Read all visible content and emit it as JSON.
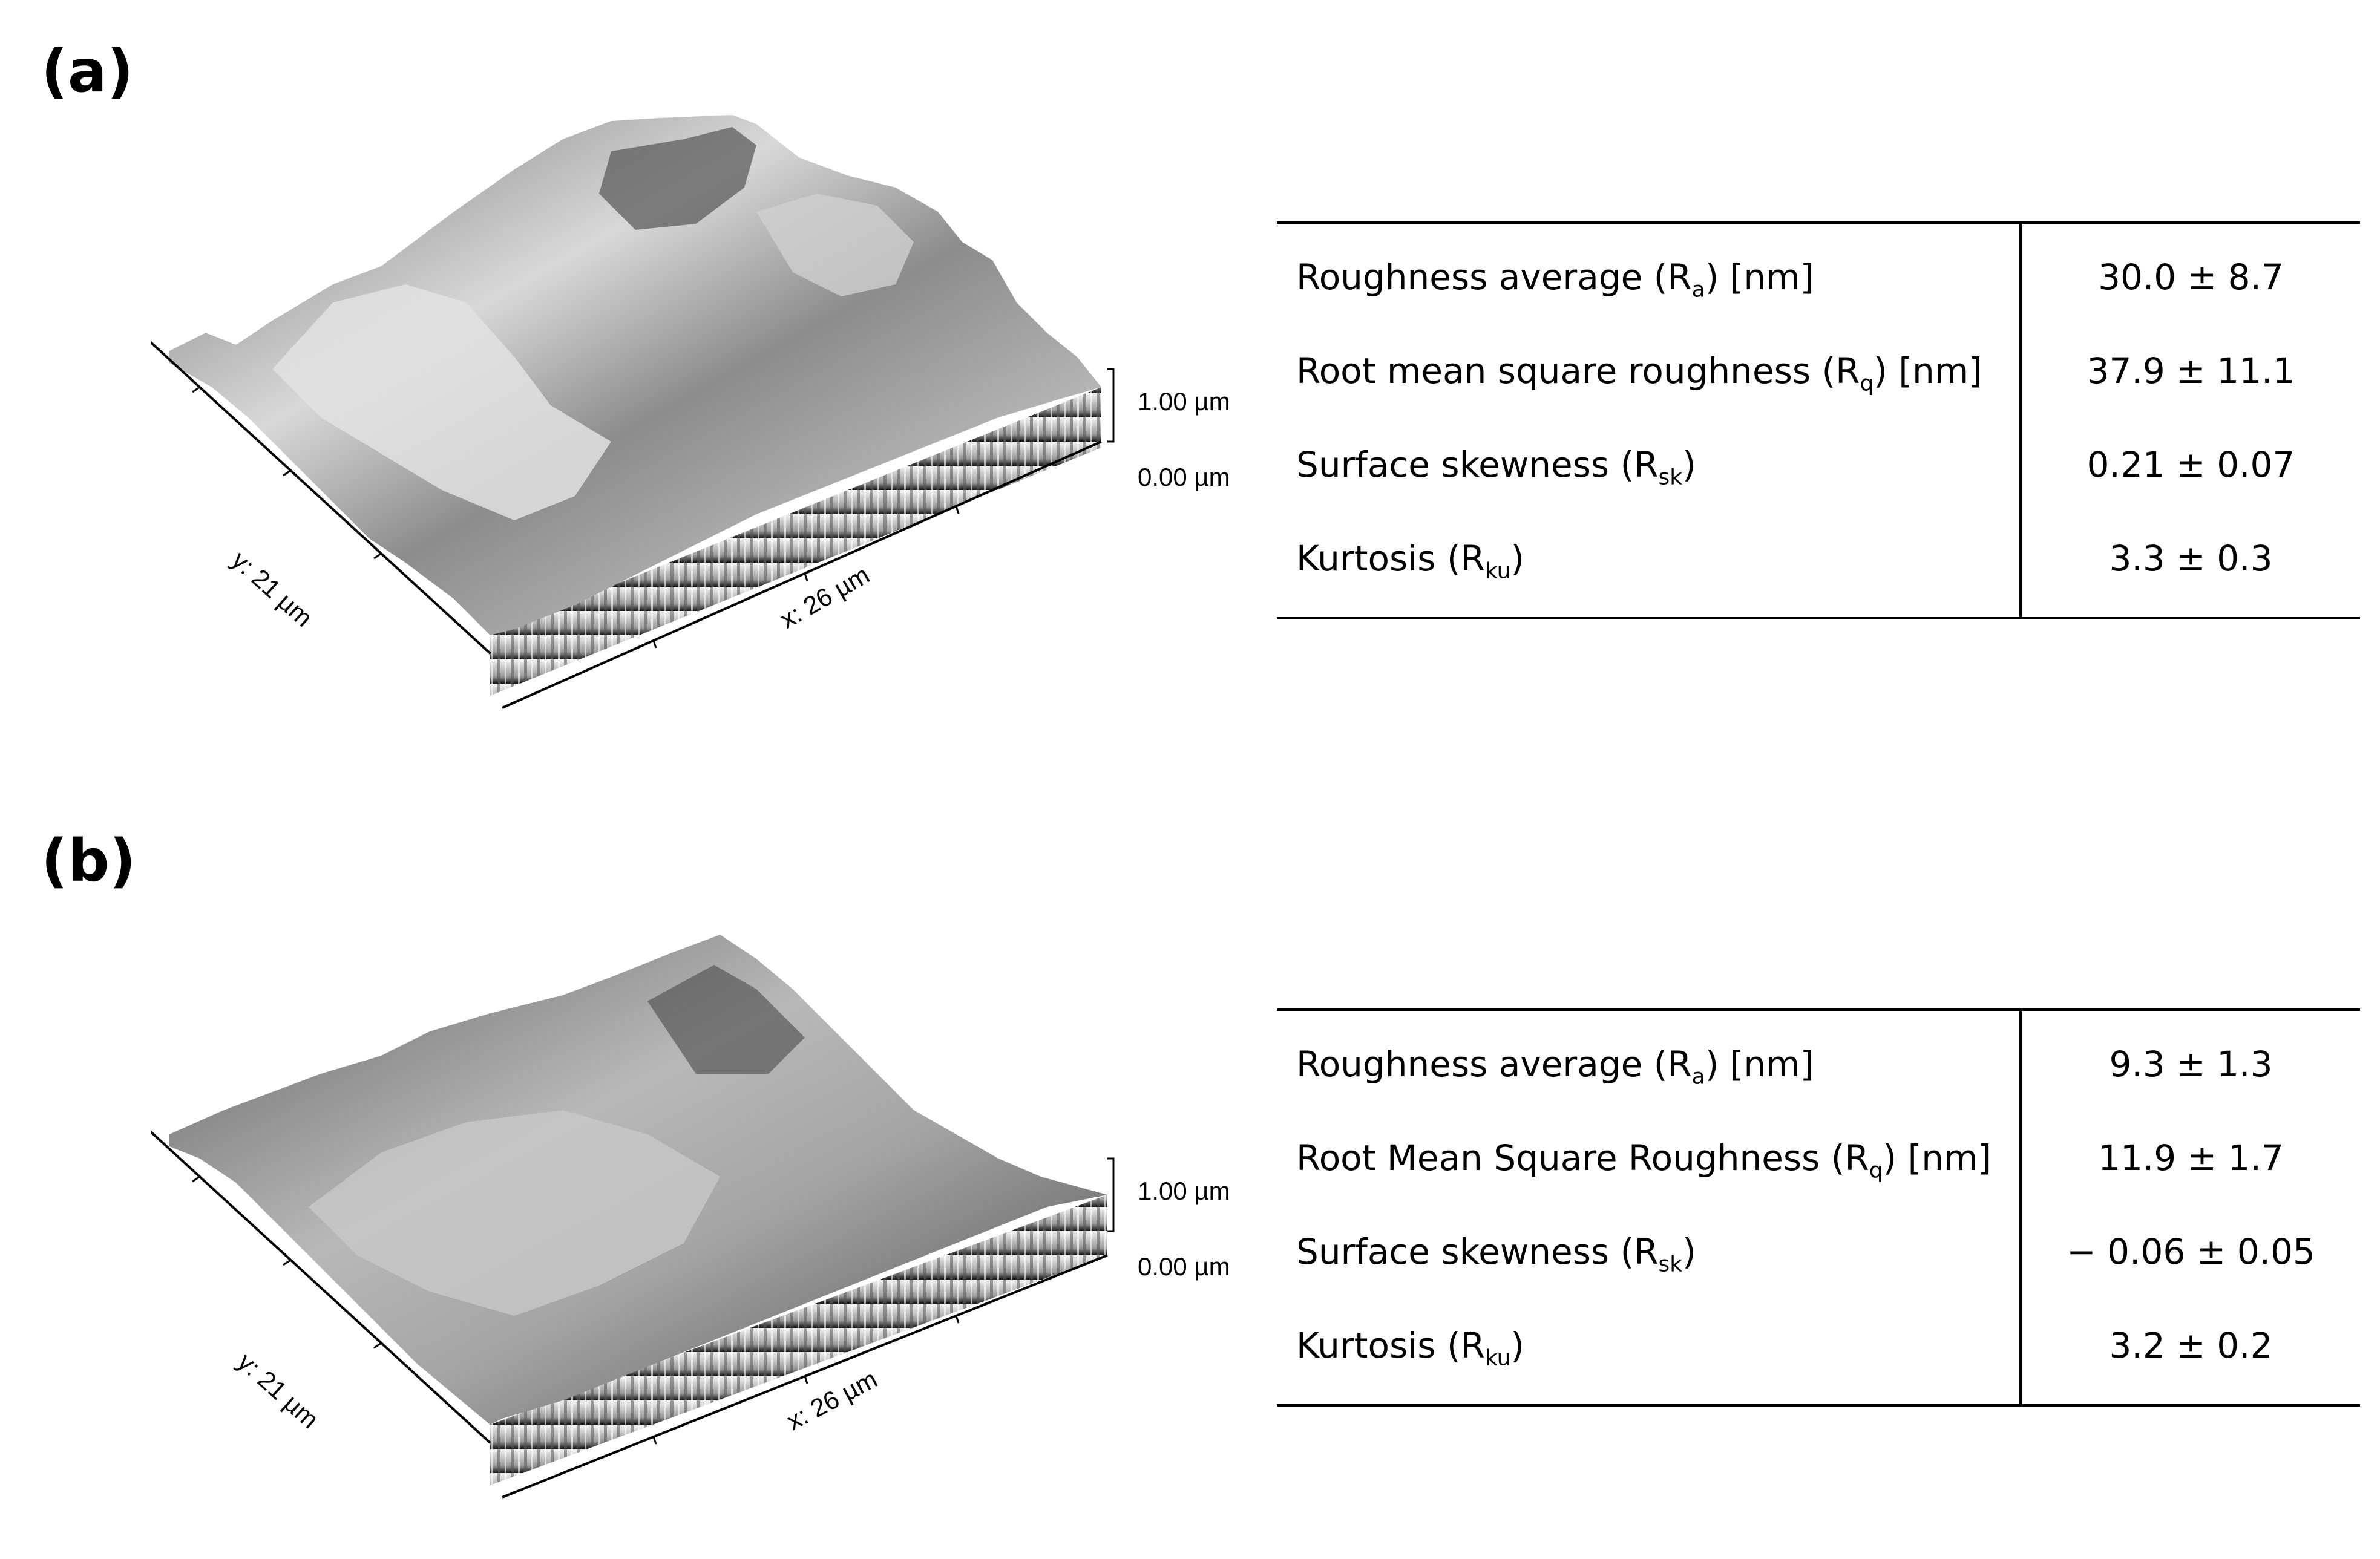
{
  "panels": [
    {
      "label": "(a)",
      "axes": {
        "y": "y: 21 µm",
        "x": "x: 26 µm",
        "z_top": "1.00 µm",
        "z_bottom": "0.00 µm"
      },
      "rows": [
        {
          "pre": "Roughness average (R",
          "sub": "a",
          "post": ") [nm]",
          "value": "30.0 ± 8.7"
        },
        {
          "pre": "Root mean square roughness (R",
          "sub": "q",
          "post": ") [nm]",
          "value": "37.9 ± 11.1"
        },
        {
          "pre": "Surface skewness (R",
          "sub": "sk",
          "post": ")",
          "value": "0.21 ± 0.07"
        },
        {
          "pre": "Kurtosis (R",
          "sub": "ku",
          "post": ")",
          "value": "3.3 ± 0.3"
        }
      ]
    },
    {
      "label": "(b)",
      "axes": {
        "y": "y: 21 µm",
        "x": "x: 26 µm",
        "z_top": "1.00 µm",
        "z_bottom": "0.00 µm"
      },
      "rows": [
        {
          "pre": "Roughness average (R",
          "sub": "a",
          "post": ") [nm]",
          "value": "9.3 ± 1.3"
        },
        {
          "pre": "Root Mean Square Roughness (R",
          "sub": "q",
          "post": ") [nm]",
          "value": "11.9 ± 1.7"
        },
        {
          "pre": "Surface skewness (R",
          "sub": "sk",
          "post": ")",
          "value": "− 0.06 ± 0.05"
        },
        {
          "pre": "Kurtosis (R",
          "sub": "ku",
          "post": ")",
          "value": "3.2 ± 0.2"
        }
      ]
    }
  ]
}
